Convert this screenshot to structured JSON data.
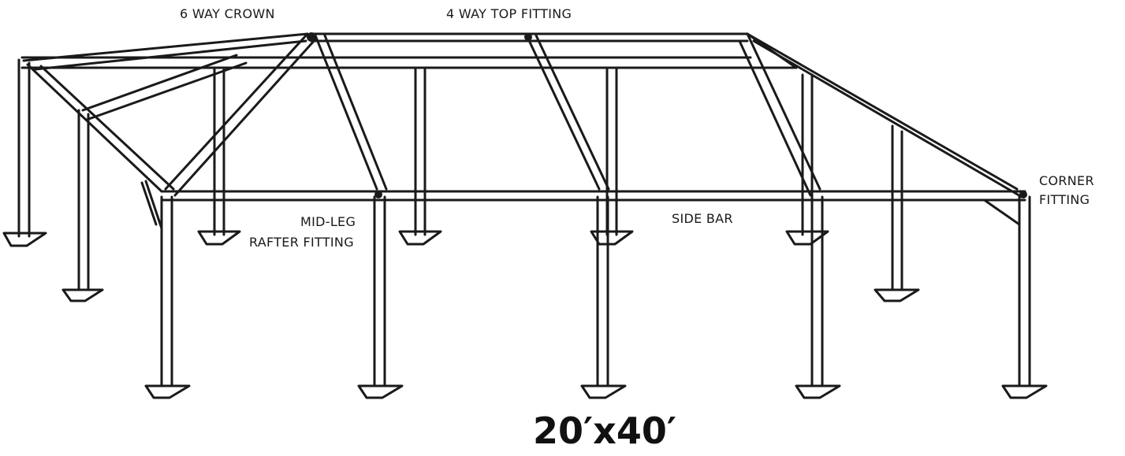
{
  "diagram": {
    "title": "20′x40′",
    "labels": {
      "six_way_crown": "6 WAY CROWN",
      "four_way_top": "4 WAY TOP FITTING",
      "corner_line1": "CORNER",
      "corner_line2": "FITTING",
      "mid_leg": "MID-LEG",
      "rafter_fitting": "RAFTER FITTING",
      "side_bar": "SIDE BAR"
    },
    "colors": {
      "line": "#1a1a1a",
      "background": "#ffffff"
    }
  }
}
